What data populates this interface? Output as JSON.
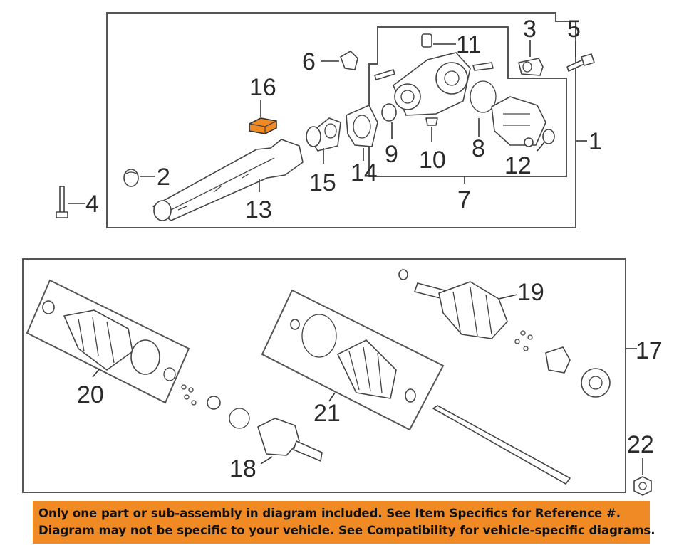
{
  "callouts": {
    "c1": "1",
    "c2": "2",
    "c3": "3",
    "c4": "4",
    "c5": "5",
    "c6": "6",
    "c7": "7",
    "c8": "8",
    "c9": "9",
    "c10": "10",
    "c11": "11",
    "c12": "12",
    "c13": "13",
    "c14": "14",
    "c15": "15",
    "c16": "16",
    "c17": "17",
    "c18": "18",
    "c19": "19",
    "c20": "20",
    "c21": "21",
    "c22": "22"
  },
  "highlighted_part": "16",
  "colors": {
    "highlight": "#f08a24",
    "banner": "#f08a24",
    "line": "#444444"
  },
  "notice": {
    "line1": "Only one part or sub-assembly in diagram included. See Item Specifics for Reference #.",
    "line2": "Diagram may not be specific to your vehicle. See Compatibility for vehicle-specific diagrams."
  }
}
